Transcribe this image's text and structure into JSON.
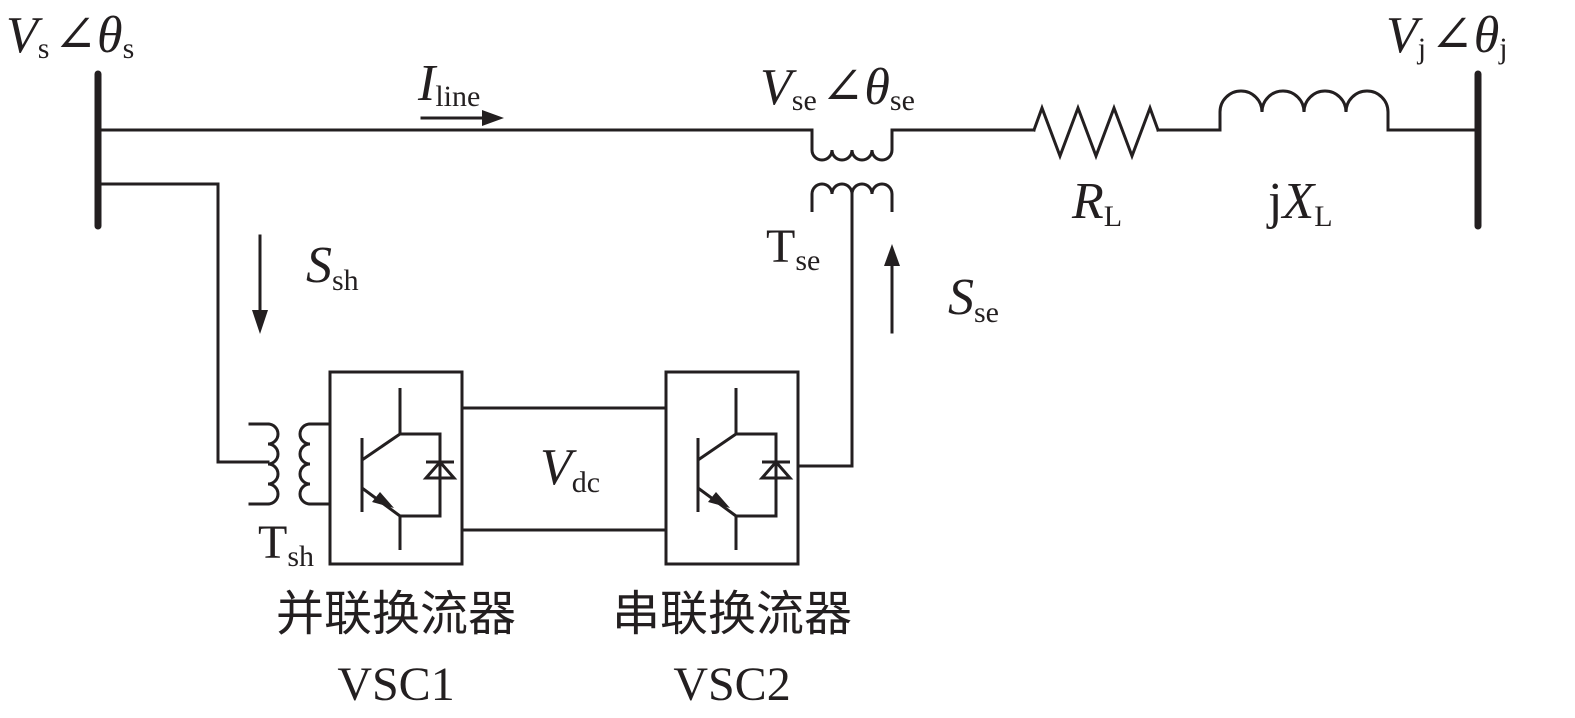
{
  "source_bus": {
    "v": "V",
    "v_sub": "s",
    "angle": "∠",
    "theta": "θ",
    "theta_sub": "s"
  },
  "receiving_bus": {
    "v": "V",
    "v_sub": "j",
    "angle": "∠",
    "theta": "θ",
    "theta_sub": "j"
  },
  "line_current": {
    "sym": "I",
    "sub": "line"
  },
  "series_voltage": {
    "v": "V",
    "v_sub": "se",
    "angle": "∠",
    "theta": "θ",
    "theta_sub": "se"
  },
  "resistance": {
    "sym": "R",
    "sub": "L"
  },
  "reactance": {
    "prefix": "j",
    "sym": "X",
    "sub": "L"
  },
  "series_transformer": {
    "label": "T",
    "sub": "se"
  },
  "shunt_transformer": {
    "label": "T",
    "sub": "sh"
  },
  "shunt_power": {
    "sym": "S",
    "sub": "sh"
  },
  "series_power": {
    "sym": "S",
    "sub": "se"
  },
  "dc_voltage": {
    "sym": "V",
    "sub": "dc"
  },
  "vsc1": {
    "caption": "并联换流器",
    "name": "VSC1"
  },
  "vsc2": {
    "caption": "串联换流器",
    "name": "VSC2"
  },
  "colors": {
    "ink": "#231f20",
    "background": "#ffffff"
  }
}
